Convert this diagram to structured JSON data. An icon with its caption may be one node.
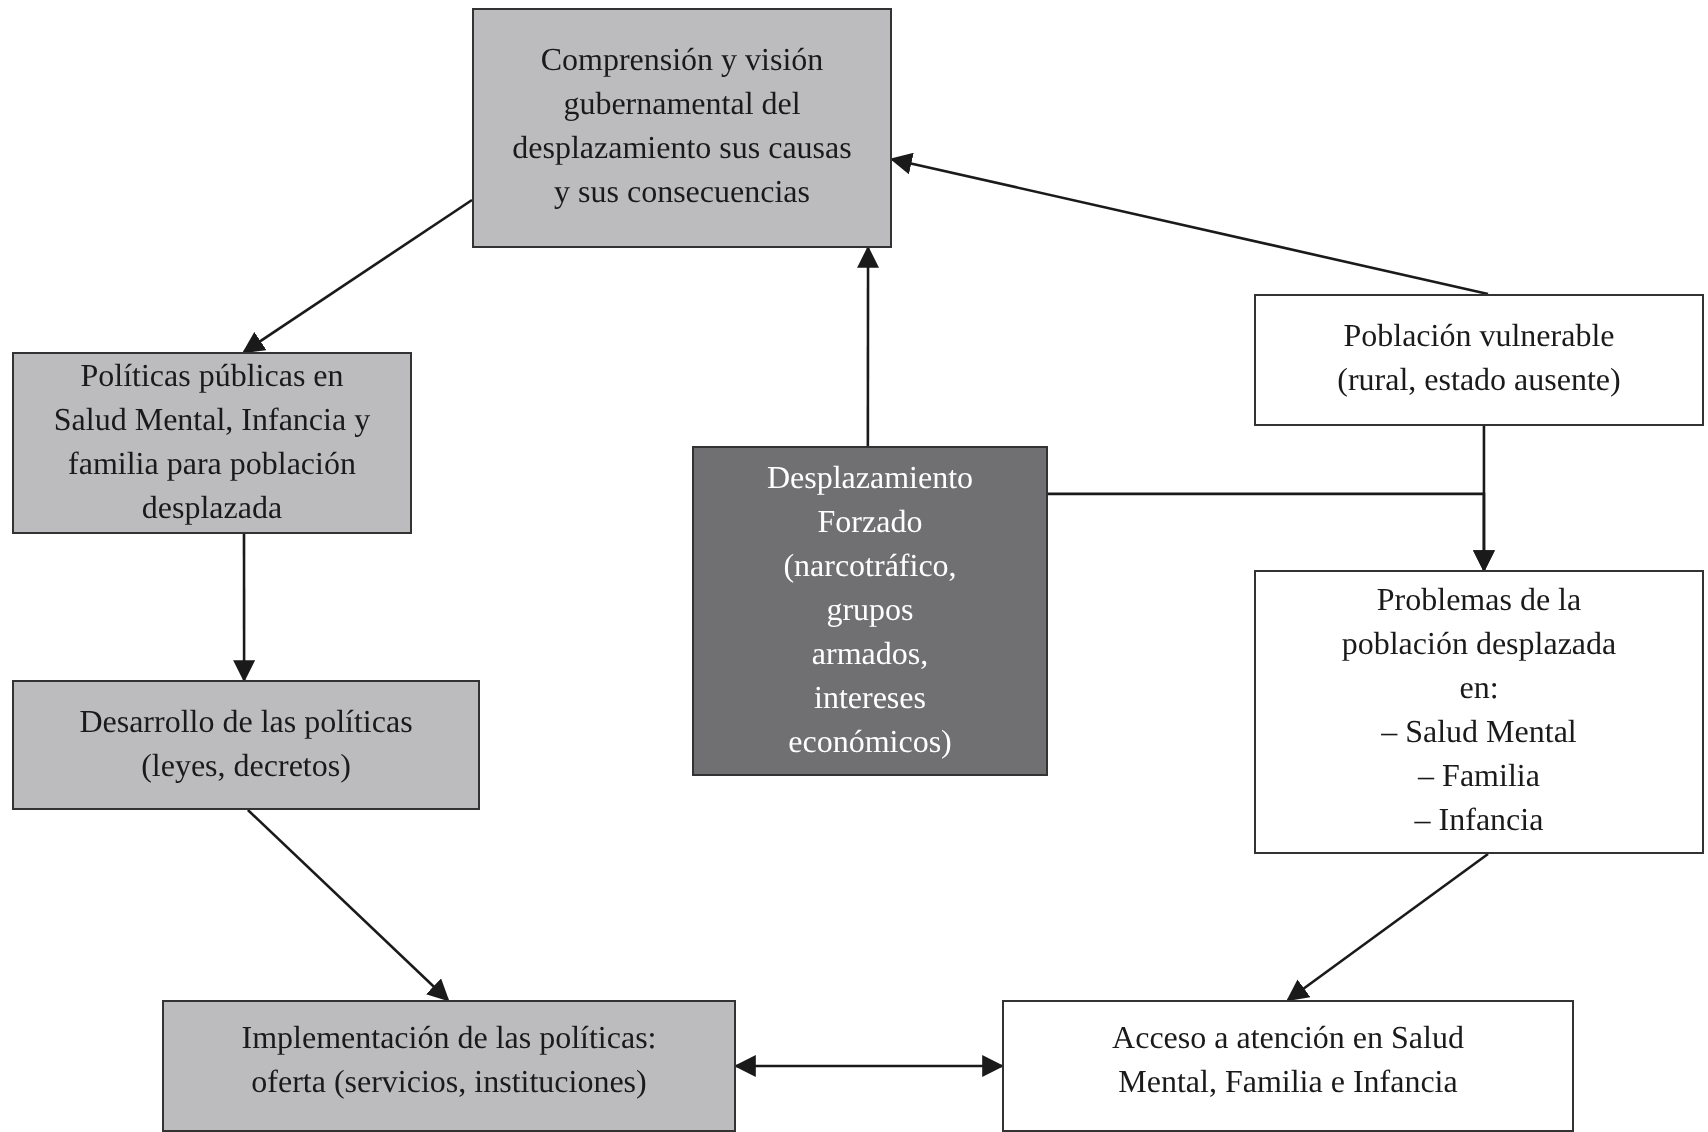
{
  "diagram": {
    "nodes": [
      {
        "text": [
          "Comprensión y visión gubernamental del desplazamiento sus causas y sus consecuencias"
        ]
      },
      {
        "text": [
          "Políticas públicas en Salud Mental, Infancia y familia para población desplazada"
        ]
      },
      {
        "text": [
          "Población vulnerable (rural, estado ausente)"
        ]
      },
      {
        "text": [
          "Desplazamiento Forzado (narcotráfico, grupos armados, intereses económicos)"
        ]
      },
      {
        "text": [
          "Desarrollo de las políticas (leyes, decretos)"
        ]
      },
      {
        "text": [
          "Problemas de la población desplazada en:",
          "– Salud Mental",
          "– Familia",
          "– Infancia"
        ]
      },
      {
        "text": [
          "Implementación de las políticas: oferta (servicios, instituciones)"
        ]
      },
      {
        "text": [
          "Acceso a atención en Salud Mental, Familia e Infancia"
        ]
      }
    ],
    "edges": [
      {
        "from": 2,
        "to": 0,
        "arrow": "to"
      },
      {
        "from": 0,
        "to": 1,
        "arrow": "to"
      },
      {
        "from": 3,
        "to": 0,
        "arrow": "to"
      },
      {
        "from": 3,
        "to": 5,
        "arrow": "to"
      },
      {
        "from": 1,
        "to": 4,
        "arrow": "to"
      },
      {
        "from": 2,
        "to": 5,
        "arrow": "to"
      },
      {
        "from": 4,
        "to": 6,
        "arrow": "to"
      },
      {
        "from": 5,
        "to": 7,
        "arrow": "to"
      },
      {
        "from": 6,
        "to": 7,
        "arrow": "both"
      }
    ]
  }
}
